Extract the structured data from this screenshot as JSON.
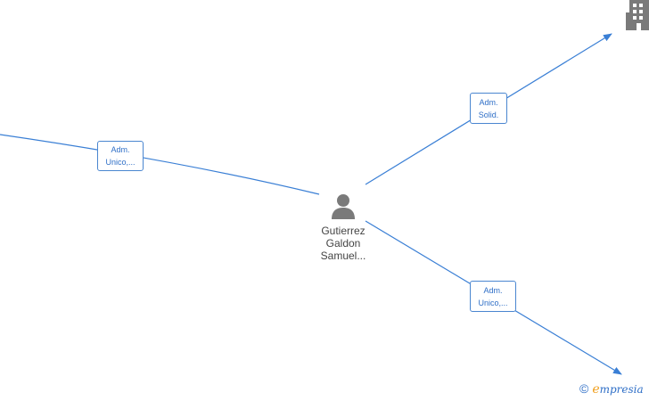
{
  "colors": {
    "edge": "#3a7fd5",
    "label_border": "#4a86d0",
    "label_text": "#2f6fc7",
    "icon": "#7a7a7a",
    "brand_accent": "#f0a020"
  },
  "person": {
    "icon": "person-icon",
    "name_lines": [
      "Gutierrez",
      "Galdon",
      "Samuel..."
    ]
  },
  "company": {
    "icon": "building-icon"
  },
  "edges": [
    {
      "label_lines": [
        "Adm.",
        "Unico,..."
      ]
    },
    {
      "label_lines": [
        "Adm.",
        "Solid."
      ]
    },
    {
      "label_lines": [
        "Adm.",
        "Unico,..."
      ]
    }
  ],
  "watermark": {
    "copyright_symbol": "©",
    "brand_initial": "e",
    "brand_rest": "mpresia"
  }
}
